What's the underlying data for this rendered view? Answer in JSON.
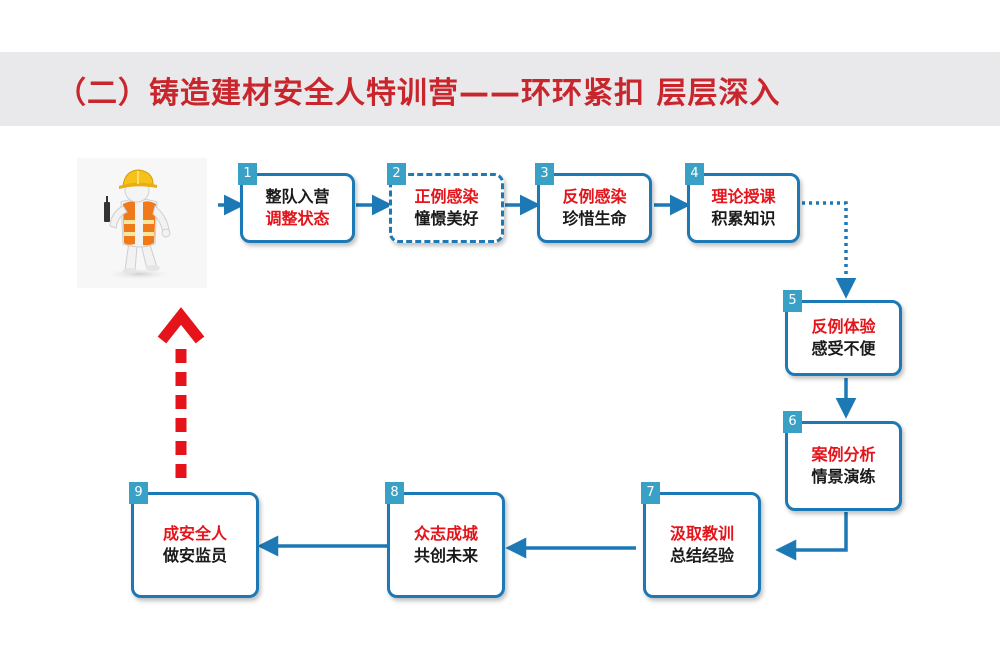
{
  "title": "（二）铸造建材安全人特训营——环环紧扣 层层深入",
  "colors": {
    "title_red": "#c8262c",
    "band_gray": "#e9e9eb",
    "node_border": "#1c79b6",
    "badge_blue": "#3aa1c6",
    "arrow_blue": "#1c79b6",
    "text_red": "#e4141a",
    "return_arrow_red": "#e4141a"
  },
  "steps": [
    {
      "num": "1",
      "line1": "整队入营",
      "line2": "调整状态"
    },
    {
      "num": "2",
      "line1": "正例感染",
      "line2": "憧憬美好"
    },
    {
      "num": "3",
      "line1": "反例感染",
      "line2": "珍惜生命"
    },
    {
      "num": "4",
      "line1": "理论授课",
      "line2": "积累知识"
    },
    {
      "num": "5",
      "line1": "反例体验",
      "line2": "感受不便"
    },
    {
      "num": "6",
      "line1": "案例分析",
      "line2": "情景演练"
    },
    {
      "num": "7",
      "line1": "汲取教训",
      "line2": "总结经验"
    },
    {
      "num": "8",
      "line1": "众志成城",
      "line2": "共创未来"
    },
    {
      "num": "9",
      "line1": "成安全人",
      "line2": "做安监员"
    }
  ],
  "image": {
    "icon": "construction-worker-icon"
  }
}
